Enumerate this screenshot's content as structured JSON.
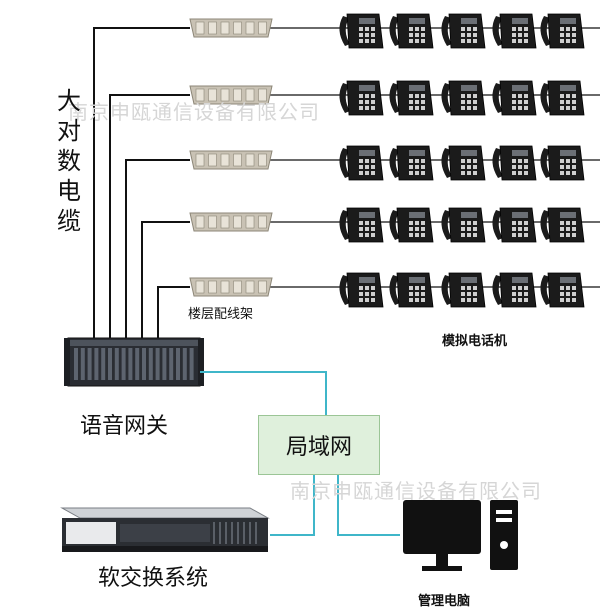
{
  "diagram": {
    "vertical_label": "大对数电缆",
    "distribution_frame_label": "楼层配线架",
    "analog_phone_label": "模拟电话机",
    "voice_gateway_label": "语音网关",
    "lan_label": "局域网",
    "softswitch_label": "软交换系统",
    "management_pc_label": "管理电脑",
    "watermark_top": "南京申瓯通信设备有限公司",
    "watermark_mid": "南京申瓯通信设备有限公司"
  },
  "colors": {
    "wire": "#111111",
    "network": "#3fb6c9",
    "lan_fill": "#dff0dc",
    "lan_border": "#9bc596",
    "phone": "#1b1b1b",
    "gateway": "#2a2d33",
    "frame": "#c9c2b4"
  },
  "icons": [
    "desk-phone-icon",
    "distribution-frame-icon",
    "voice-gateway-icon",
    "server-icon",
    "desktop-computer-icon"
  ]
}
